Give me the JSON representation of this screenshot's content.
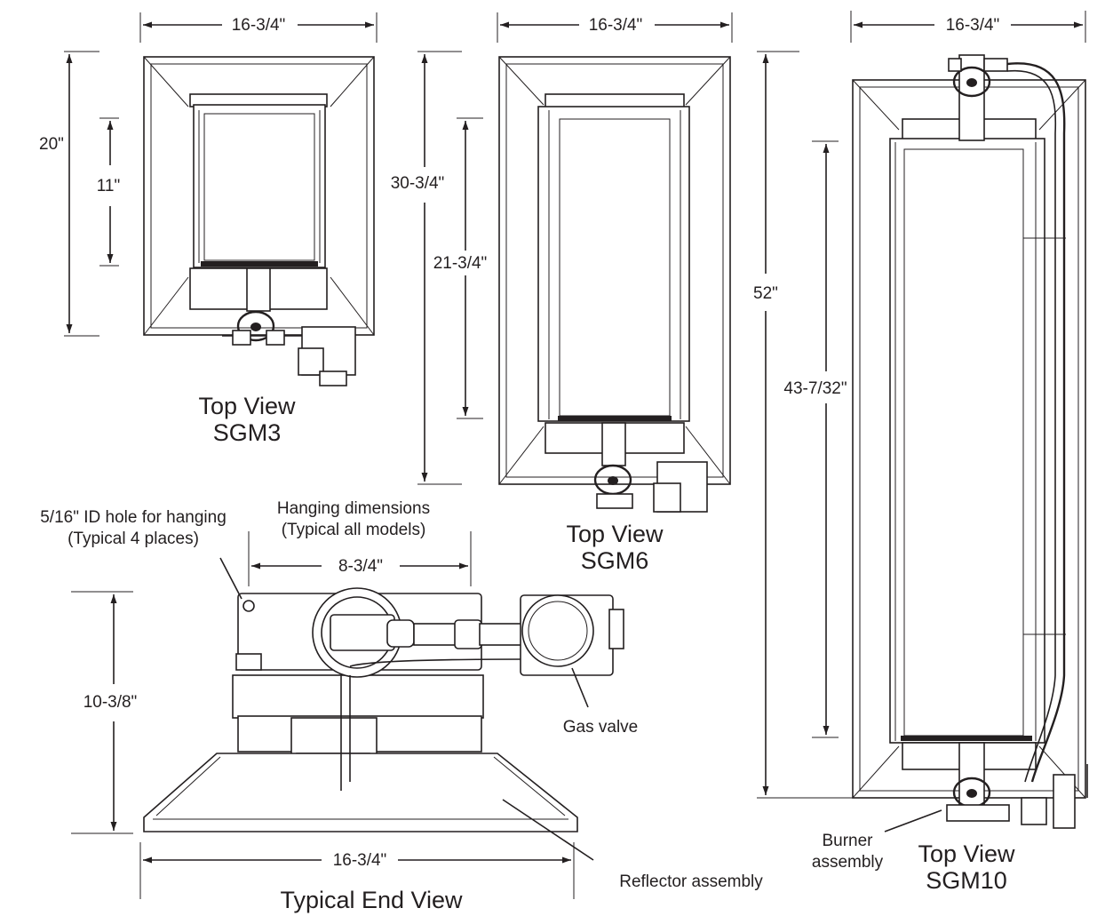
{
  "views": {
    "sgm3": {
      "caption_line1": "Top View",
      "caption_line2": "SGM3",
      "width": "16-3/4\"",
      "length": "20\"",
      "hanging": "11\""
    },
    "sgm6": {
      "caption_line1": "Top View",
      "caption_line2": "SGM6",
      "width": "16-3/4\"",
      "length": "30-3/4\"",
      "hanging": "21-3/4\""
    },
    "sgm10": {
      "caption_line1": "Top View",
      "caption_line2": "SGM10",
      "width": "16-3/4\"",
      "length": "52\"",
      "hanging": "43-7/32\""
    },
    "end": {
      "caption": "Typical End View",
      "width": "16-3/4\"",
      "height": "10-3/8\"",
      "hanging_width": "8-3/4\"",
      "hole_note_line1": "5/16\" ID hole for hanging",
      "hole_note_line2": "(Typical 4 places)",
      "hang_note_line1": "Hanging dimensions",
      "hang_note_line2": "(Typical all models)"
    }
  },
  "callouts": {
    "gas_valve": "Gas valve",
    "reflector": "Reflector assembly",
    "burner_line1": "Burner",
    "burner_line2": "assembly"
  }
}
